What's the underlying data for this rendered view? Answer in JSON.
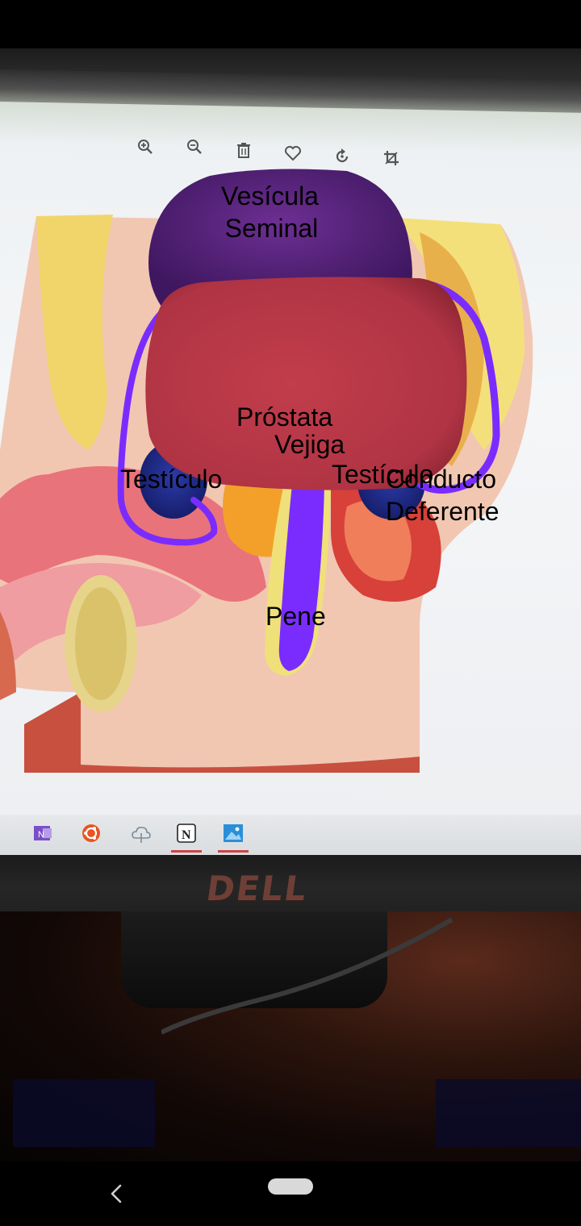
{
  "viewer_toolbar": {
    "icons": [
      "zoom-in-icon",
      "zoom-out-icon",
      "trash-icon",
      "heart-icon",
      "rotate-icon",
      "crop-icon"
    ]
  },
  "taskbar": {
    "icons": [
      "onenote-icon",
      "ubuntu-icon",
      "cloud-icon",
      "notion-icon",
      "photos-icon"
    ],
    "notion_letter": "N"
  },
  "monitor": {
    "brand": "DELL"
  },
  "ar_labels": {
    "vesicula_seminal": [
      "Vesícula",
      "Seminal"
    ],
    "prostata": "Próstata",
    "vejiga": "Vejiga",
    "testiculo_left": "Testículo",
    "testiculo_right": "Testículo",
    "conducto_deferente": [
      "Conducto",
      "Deferente"
    ],
    "pene": "Pene"
  },
  "colors": {
    "vesicula": "#5b2580",
    "vejiga": "#b8394a",
    "conducto": "#7a2cff",
    "testiculo": "#1f2a8c",
    "pene": "#7a2cff"
  },
  "navbar": {
    "back_icon": "back-chevron-icon"
  }
}
